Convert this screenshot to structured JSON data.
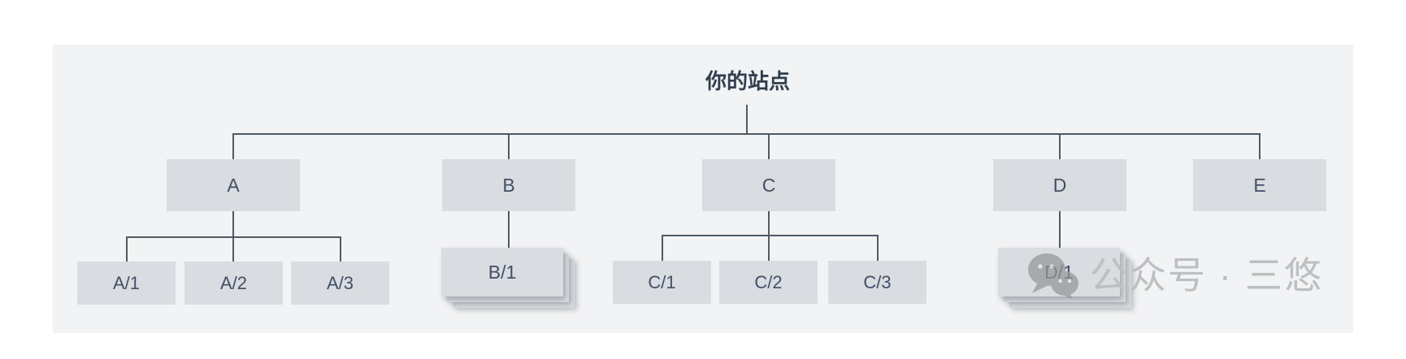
{
  "nodes": {
    "root": "你的站点",
    "a": "A",
    "b": "B",
    "c": "C",
    "d": "D",
    "e": "E",
    "a1": "A/1",
    "a2": "A/2",
    "a3": "A/3",
    "b1": "B/1",
    "c1": "C/1",
    "c2": "C/2",
    "c3": "C/3",
    "d1": "D/1"
  },
  "structure": {
    "root": "你的站点",
    "children": [
      {
        "label": "A",
        "children": [
          "A/1",
          "A/2",
          "A/3"
        ],
        "stacked_children": false
      },
      {
        "label": "B",
        "children": [
          "B/1"
        ],
        "stacked_children": true
      },
      {
        "label": "C",
        "children": [
          "C/1",
          "C/2",
          "C/3"
        ],
        "stacked_children": false
      },
      {
        "label": "D",
        "children": [
          "D/1"
        ],
        "stacked_children": true
      },
      {
        "label": "E",
        "children": [],
        "stacked_children": false
      }
    ]
  },
  "watermark": {
    "icon": "wechat-chat-bubbles-icon",
    "text": "公众号 · 三悠"
  },
  "colors": {
    "page_background": "#ffffff",
    "panel_background": "#f2f3f4",
    "node_fill": "#d9dce0",
    "connector_line": "#4e5a67",
    "node_label": "#424f66",
    "root_label": "#323e4f",
    "watermark": "#bdbfc1"
  }
}
